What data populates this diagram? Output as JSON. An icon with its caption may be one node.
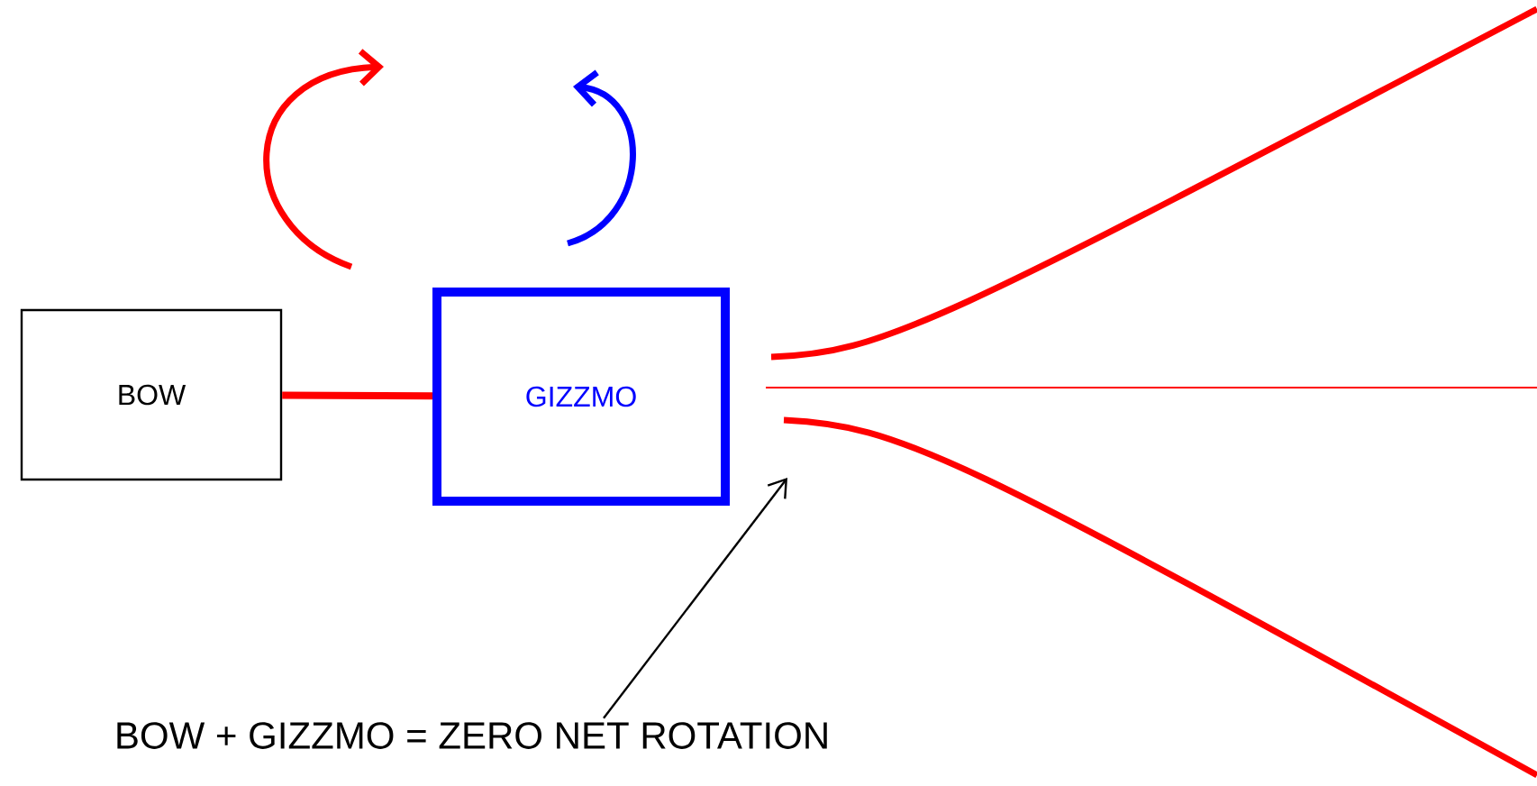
{
  "diagram": {
    "nodes": [
      {
        "text": [
          "BOW"
        ]
      },
      {
        "text": [
          "GIZZMO"
        ]
      },
      {
        "text": [
          "BOW + GIZZMO = ZERO NET ROTATION"
        ]
      }
    ],
    "edges": [
      {
        "from": 0,
        "to": 1,
        "arrow": "none",
        "style": "thick",
        "color": "#ff0000"
      },
      {
        "from": 2,
        "to": null,
        "arrow": "to",
        "color": "#000000"
      }
    ]
  }
}
